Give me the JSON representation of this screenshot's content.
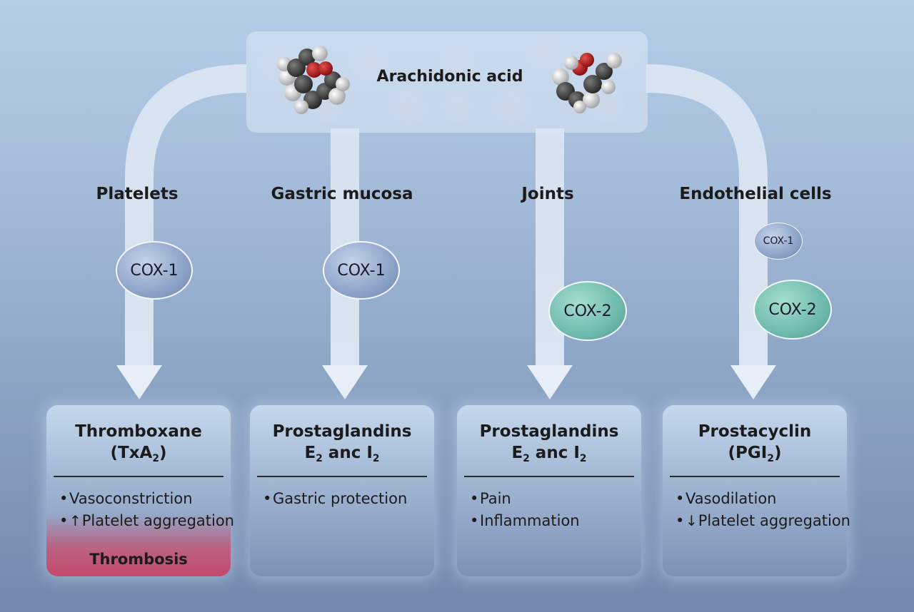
{
  "hub": {
    "label": "Arachidonic acid"
  },
  "pathways": [
    {
      "tissue": "Platelets",
      "enzymes": [
        {
          "label": "COX-1",
          "type": "cox1"
        }
      ],
      "product": {
        "line1": "Thromboxane",
        "line2_pre": "(TxA",
        "line2_sub": "2",
        "line2_post": ")"
      },
      "effects": [
        {
          "text": "Vasoconstriction",
          "arrow": ""
        },
        {
          "text": "Platelet aggregation",
          "arrow": "↑"
        }
      ],
      "outcome": "Thrombosis"
    },
    {
      "tissue": "Gastric mucosa",
      "enzymes": [
        {
          "label": "COX-1",
          "type": "cox1"
        }
      ],
      "product": {
        "line1": "Prostaglandins",
        "line2_pre": "E",
        "line2_sub": "2",
        "line2_post": " anc I",
        "line2_sub2": "2"
      },
      "effects": [
        {
          "text": "Gastric protection",
          "arrow": ""
        }
      ]
    },
    {
      "tissue": "Joints",
      "enzymes": [
        {
          "label": "COX-2",
          "type": "cox2"
        }
      ],
      "product": {
        "line1": "Prostaglandins",
        "line2_pre": "E",
        "line2_sub": "2",
        "line2_post": " anc I",
        "line2_sub2": "2"
      },
      "effects": [
        {
          "text": "Pain",
          "arrow": ""
        },
        {
          "text": "Inflammation",
          "arrow": ""
        }
      ]
    },
    {
      "tissue": "Endothelial cells",
      "enzymes": [
        {
          "label": "COX-1",
          "type": "cox1"
        },
        {
          "label": "COX-2",
          "type": "cox2"
        }
      ],
      "product": {
        "line1": "Prostacyclin",
        "line2_pre": "(PGI",
        "line2_sub": "2",
        "line2_post": ")"
      },
      "effects": [
        {
          "text": "Vasodilation",
          "arrow": ""
        },
        {
          "text": "Platelet aggregation",
          "arrow": "↓"
        }
      ]
    }
  ],
  "colors": {
    "cox1": "#8ea3c9",
    "cox2": "#6fbbad",
    "thrombosis": "#c84666"
  }
}
